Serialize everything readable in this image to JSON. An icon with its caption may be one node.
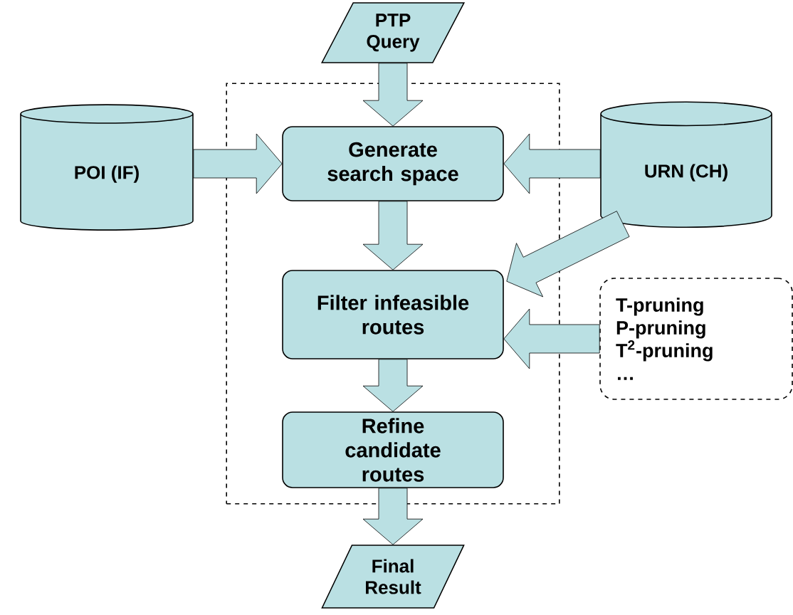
{
  "diagram": {
    "nodes": [
      {
        "text": [
          "PTP Query"
        ]
      },
      {
        "text": [],
        "shape": "box"
      },
      {
        "text": [
          "Generate search space"
        ],
        "in": 1
      },
      {
        "text": [
          "Filter infeasible routes"
        ],
        "in": 1
      },
      {
        "text": [
          "Refine candidate routes"
        ],
        "in": 1
      },
      {
        "text": [
          "POI (IF)"
        ]
      },
      {
        "text": [
          "URN (CH)"
        ]
      },
      {
        "text": [
          "T-pruning",
          "P-pruning",
          "T$^{2}$-pruning",
          "…"
        ]
      },
      {
        "text": [
          "Final Result"
        ]
      }
    ],
    "edges": [
      {
        "from": 0,
        "to": 2,
        "arrow": "to"
      },
      {
        "from": 5,
        "to": 2,
        "arrow": "to"
      },
      {
        "from": 6,
        "to": 2,
        "arrow": "to"
      },
      {
        "from": 2,
        "to": 3,
        "arrow": "to"
      },
      {
        "from": 6,
        "to": 3,
        "arrow": "to"
      },
      {
        "from": 7,
        "to": 3,
        "arrow": "to"
      },
      {
        "from": 3,
        "to": 4,
        "arrow": "to"
      },
      {
        "from": 4,
        "to": 8,
        "arrow": "to"
      }
    ]
  }
}
